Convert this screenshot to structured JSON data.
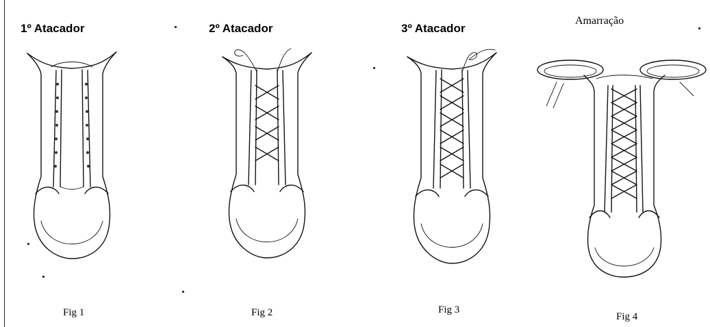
{
  "figures": [
    {
      "heading": "1º Atacador",
      "caption": "Fig 1",
      "lacing": "none"
    },
    {
      "heading": "2º Atacador",
      "caption": "Fig 2",
      "lacing": "loose-loop"
    },
    {
      "heading": "3º Atacador",
      "caption": "Fig 3",
      "lacing": "cross-loop"
    },
    {
      "heading": "Amarração",
      "caption": "Fig 4",
      "lacing": "tied-bow"
    }
  ],
  "icons": [
    "boot-illustration-icon"
  ]
}
